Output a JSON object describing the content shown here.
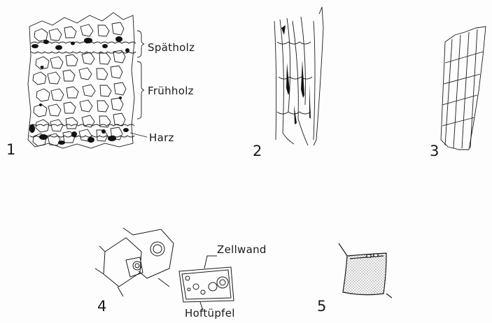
{
  "figures": [
    {
      "number": "1",
      "labels": {
        "late_wood": "Spätholz",
        "early_wood": "Frühholz",
        "resin": "Harz"
      }
    },
    {
      "number": "2"
    },
    {
      "number": "3"
    },
    {
      "number": "4",
      "labels": {
        "cell_wall": "Zellwand",
        "bordered_pit": "Hoftüpfel"
      }
    },
    {
      "number": "5"
    }
  ],
  "colors": {
    "ink": "#1a1a1a",
    "paper": "#fdfdfd"
  }
}
